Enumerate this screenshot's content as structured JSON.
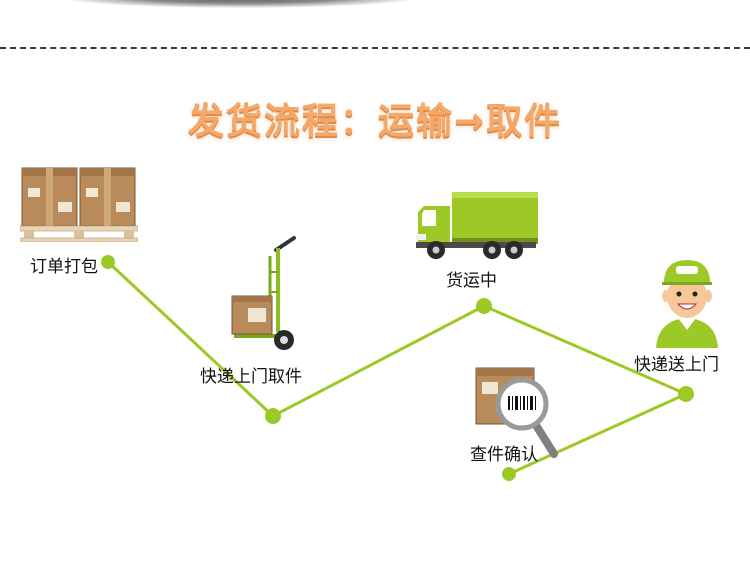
{
  "title": "发货流程：运输→取件",
  "steps": [
    {
      "label": "订单打包"
    },
    {
      "label": "快递上门取件"
    },
    {
      "label": "货运中"
    },
    {
      "label": "查件确认"
    },
    {
      "label": "快递送上门"
    }
  ],
  "colors": {
    "line": "#9dc926",
    "dot": "#9dc926",
    "title": "#f4a86a",
    "truck": "#9dc926",
    "box": "#b58a5a"
  },
  "icons": [
    "box-pallet-icon",
    "hand-truck-icon",
    "truck-icon",
    "magnifier-barcode-icon",
    "courier-icon"
  ]
}
